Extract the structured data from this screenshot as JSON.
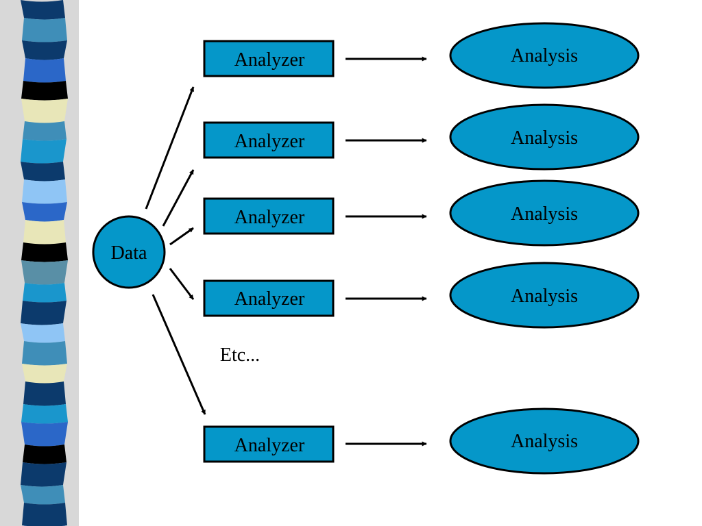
{
  "slide": {
    "source_node": {
      "label": "Data"
    },
    "analyzers": [
      {
        "label": "Analyzer"
      },
      {
        "label": "Analyzer"
      },
      {
        "label": "Analyzer"
      },
      {
        "label": "Analyzer"
      },
      {
        "label": "Analyzer"
      }
    ],
    "analyses": [
      {
        "label": "Analysis"
      },
      {
        "label": "Analysis"
      },
      {
        "label": "Analysis"
      },
      {
        "label": "Analysis"
      },
      {
        "label": "Analysis"
      }
    ],
    "ellipsis_text": "Etc..."
  },
  "colors": {
    "node_fill": "#0597c9",
    "stroke": "#000000",
    "stripe_palette": [
      "#0c3a6c",
      "#3f8eb8",
      "#2b67c8",
      "#e8e6b8",
      "#000000",
      "#1a96cc",
      "#8fc5f5",
      "#598fa6"
    ]
  }
}
